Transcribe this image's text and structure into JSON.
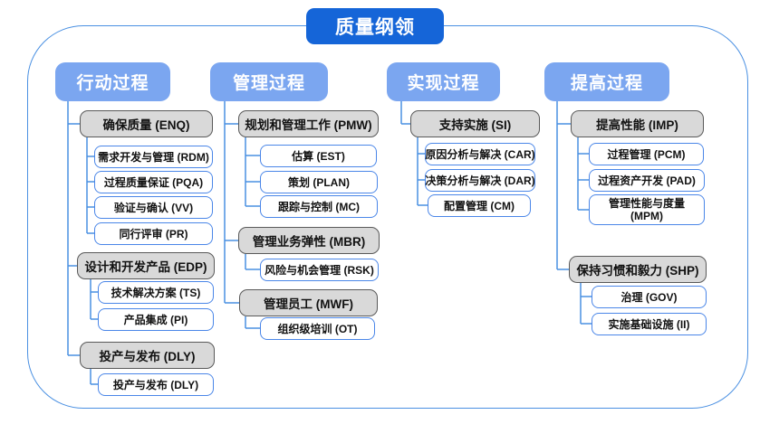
{
  "title": "质量纲领",
  "colors": {
    "title_bg": "#1565d8",
    "header_bg": "#7ba6f0",
    "header_text": "#ffffff",
    "frame_line": "#4a90e2",
    "gray_fill": "#d9d9d9",
    "gray_border": "#595959",
    "leaf_border": "#4a86e8",
    "text": "#111111"
  },
  "columns": [
    {
      "header": "行动过程",
      "groups": [
        {
          "label": "确保质量 (ENQ)",
          "children": [
            "需求开发与管理 (RDM)",
            "过程质量保证 (PQA)",
            "验证与确认 (VV)",
            "同行评审 (PR)"
          ]
        },
        {
          "label": "设计和开发产品 (EDP)",
          "children": [
            "技术解决方案 (TS)",
            "产品集成 (PI)"
          ]
        },
        {
          "label": "投产与发布 (DLY)",
          "children": [
            "投产与发布 (DLY)"
          ]
        }
      ]
    },
    {
      "header": "管理过程",
      "groups": [
        {
          "label": "规划和管理工作 (PMW)",
          "children": [
            "估算 (EST)",
            "策划 (PLAN)",
            "跟踪与控制 (MC)"
          ]
        },
        {
          "label": "管理业务弹性 (MBR)",
          "children": [
            "风险与机会管理 (RSK)"
          ]
        },
        {
          "label": "管理员工 (MWF)",
          "children": [
            "组织级培训 (OT)"
          ]
        }
      ]
    },
    {
      "header": "实现过程",
      "groups": [
        {
          "label": "支持实施 (SI)",
          "children": [
            "原因分析与解决 (CAR)",
            "决策分析与解决 (DAR)",
            "配置管理 (CM)"
          ]
        }
      ]
    },
    {
      "header": "提高过程",
      "groups": [
        {
          "label": "提高性能 (IMP)",
          "children": [
            "过程管理 (PCM)",
            "过程资产开发 (PAD)",
            "管理性能与度量 (MPM)"
          ]
        },
        {
          "label": "保持习惯和毅力 (SHP)",
          "children": [
            "治理 (GOV)",
            "实施基础设施 (II)"
          ]
        }
      ]
    }
  ]
}
